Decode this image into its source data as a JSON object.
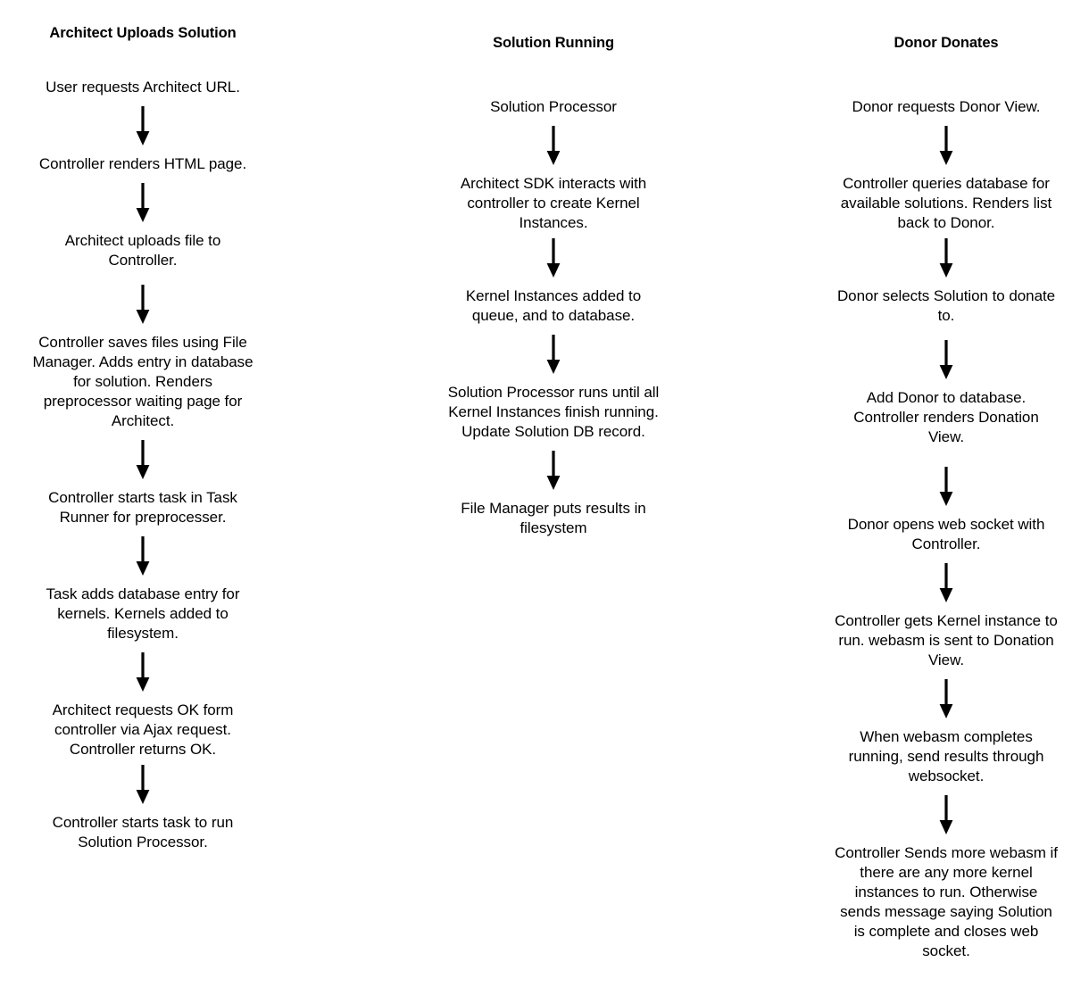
{
  "diagram": {
    "title_text_present": false,
    "background": "#ffffff",
    "ink": "#000000",
    "arrow_icon": "down-arrow-icon",
    "columns": [
      {
        "id": "architect-uploads-solution",
        "title": "Architect Uploads Solution",
        "steps": [
          "User requests Architect URL.",
          "Controller renders HTML page.",
          "Architect uploads file to Controller.",
          "Controller saves files using File Manager.  Adds entry in database for solution.  Renders preprocessor waiting page for Architect.",
          "Controller starts task in Task Runner for preprocesser.",
          "Task adds database entry for kernels.  Kernels added to filesystem.",
          "Architect requests OK form controller via Ajax request.  Controller returns OK.",
          "Controller starts task to run Solution Processor."
        ]
      },
      {
        "id": "solution-running",
        "title": "Solution Running",
        "steps": [
          "Solution Processor",
          "Architect SDK interacts with controller to create Kernel Instances.",
          "Kernel Instances added to queue, and to database.",
          "Solution Processor runs until all Kernel Instances finish running.  Update Solution DB record.",
          "File Manager puts results in filesystem"
        ]
      },
      {
        "id": "donor-donates",
        "title": "Donor Donates",
        "steps": [
          "Donor requests Donor View.",
          "Controller queries database for available solutions. Renders list back to Donor.",
          "Donor selects Solution to donate to.",
          "Add Donor to database. Controller renders Donation View.",
          "Donor opens web socket with Controller.",
          "Controller gets Kernel instance to run.  webasm is sent to Donation View.",
          "When webasm completes running, send results through websocket.",
          "Controller Sends more webasm if there are any more kernel instances to run.  Otherwise sends message saying Solution is complete and closes web socket."
        ]
      }
    ]
  }
}
